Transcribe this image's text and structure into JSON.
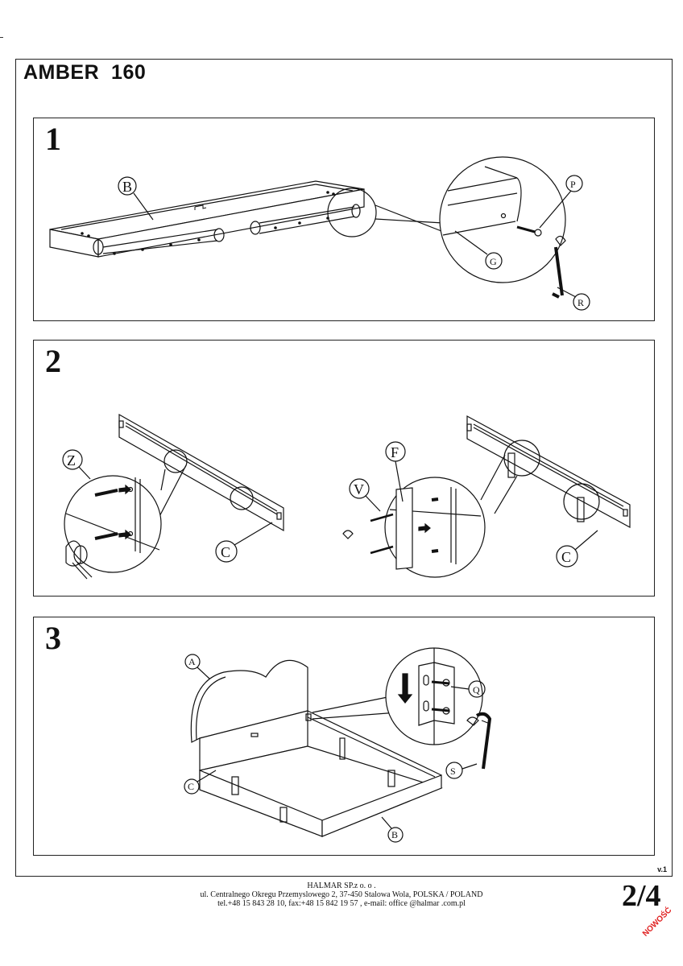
{
  "header": {
    "title": "AMBER  160"
  },
  "steps": [
    {
      "number": "1",
      "labels": {
        "b": "B",
        "p": "P",
        "g": "G",
        "r": "R"
      }
    },
    {
      "number": "2",
      "labels": {
        "z": "Z",
        "c1": "C",
        "f": "F",
        "v": "V",
        "c2": "C"
      }
    },
    {
      "number": "3",
      "labels": {
        "a": "A",
        "c": "C",
        "b": "B",
        "q": "Q",
        "s": "S"
      }
    }
  ],
  "version": "v.1",
  "footer": {
    "company": "HALMAR SP.z o. o .",
    "address": "ul. Centralnego Okregu Przemyslowego 2, 37-450 Stalowa Wola, POLSKA / POLAND",
    "contact": "tel.+48 15 843 28 10, fax:+48 15 842 19 57 , e-mail: office @halmar .com.pl"
  },
  "page_number": "2/4",
  "badge": "NOWOŚĆ"
}
